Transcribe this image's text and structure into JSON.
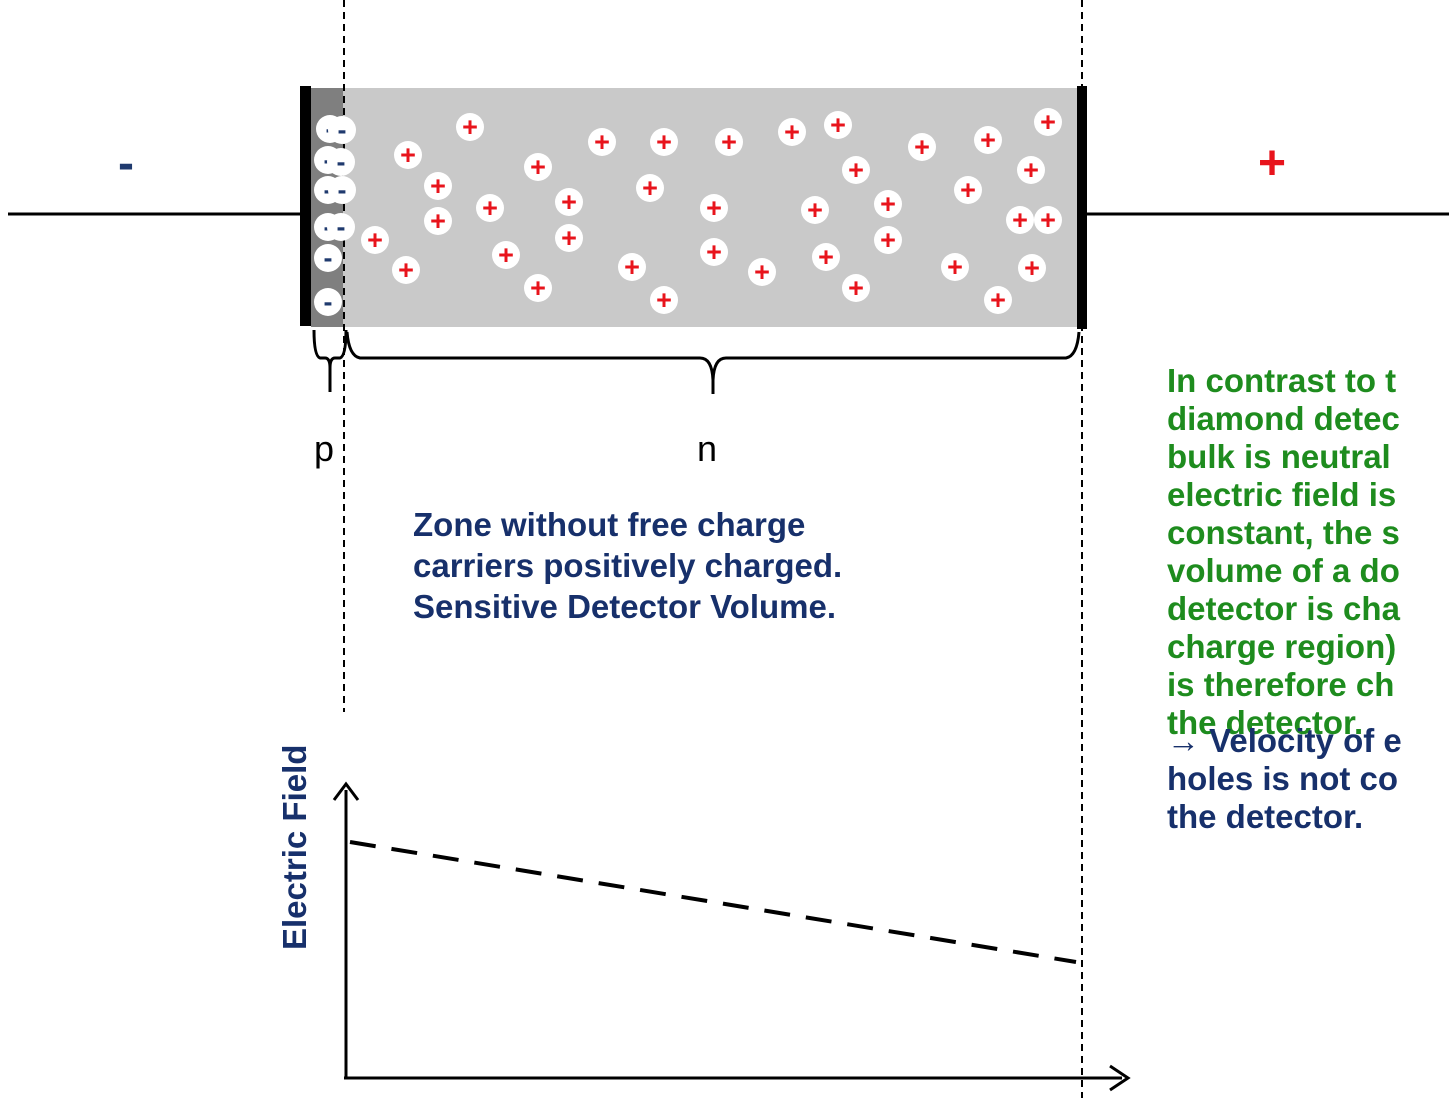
{
  "polarity": {
    "left": "-",
    "right": "+"
  },
  "regions": {
    "p_label": "p",
    "n_label": "n"
  },
  "zone_description": [
    "Zone without free charge",
    "carriers positively charged.",
    "Sensitive Detector Volume."
  ],
  "note": [
    "In contrast to t",
    "diamond detec",
    "bulk is neutral",
    "electric field is",
    "constant, the s",
    "volume of a do",
    "detector is cha",
    "charge region)",
    "is therefore ch",
    "the detector."
  ],
  "conclusion": [
    "→ Velocity of e",
    "holes is not co",
    "the detector."
  ],
  "plot": {
    "ylabel": "Electric Field"
  },
  "charges": {
    "negative_symbol": "-",
    "positive_symbol": "+"
  },
  "colors": {
    "electron_text": "#1f3a6e",
    "ion_text": "#e8141c",
    "bulk": "#c9c9c9",
    "p_layer": "#7f7f7f",
    "note_green": "#1e8c1e",
    "label_navy": "#17306b"
  }
}
